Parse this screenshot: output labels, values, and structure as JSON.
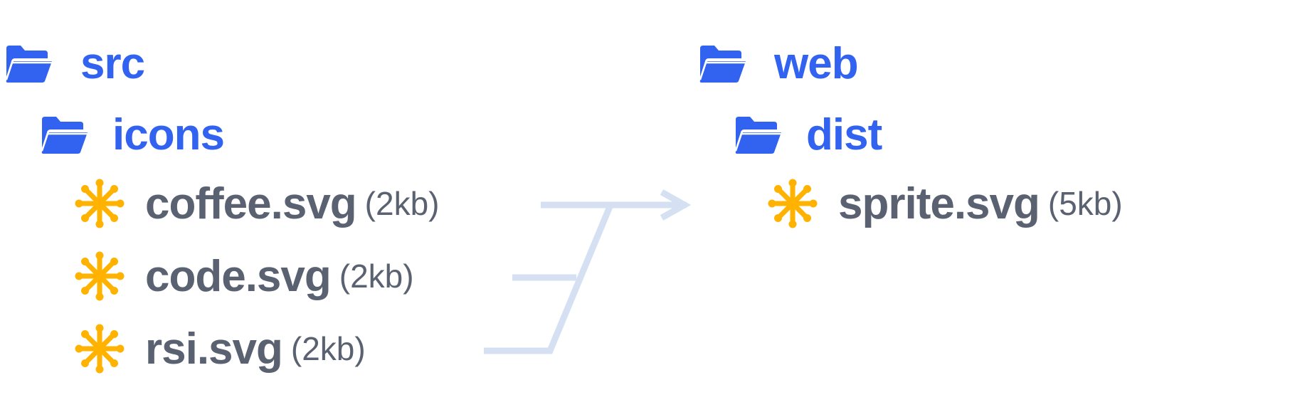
{
  "source_tree": {
    "root": {
      "label": "src",
      "icon": "folder-open-icon"
    },
    "folder": {
      "label": "icons",
      "icon": "folder-open-icon"
    },
    "files": [
      {
        "name": "coffee.svg",
        "size": "(2kb)",
        "icon": "svg-file-icon"
      },
      {
        "name": "code.svg",
        "size": "(2kb)",
        "icon": "svg-file-icon"
      },
      {
        "name": "rsi.svg",
        "size": "(2kb)",
        "icon": "svg-file-icon"
      }
    ]
  },
  "output_tree": {
    "root": {
      "label": "web",
      "icon": "folder-open-icon"
    },
    "folder": {
      "label": "dist",
      "icon": "folder-open-icon"
    },
    "files": [
      {
        "name": "sprite.svg",
        "size": "(5kb)",
        "icon": "svg-file-icon"
      }
    ]
  },
  "colors": {
    "folder": "#3163f0",
    "file_icon": "#ffb300",
    "file_text": "#5a6170",
    "connector": "#d5e1f3"
  }
}
